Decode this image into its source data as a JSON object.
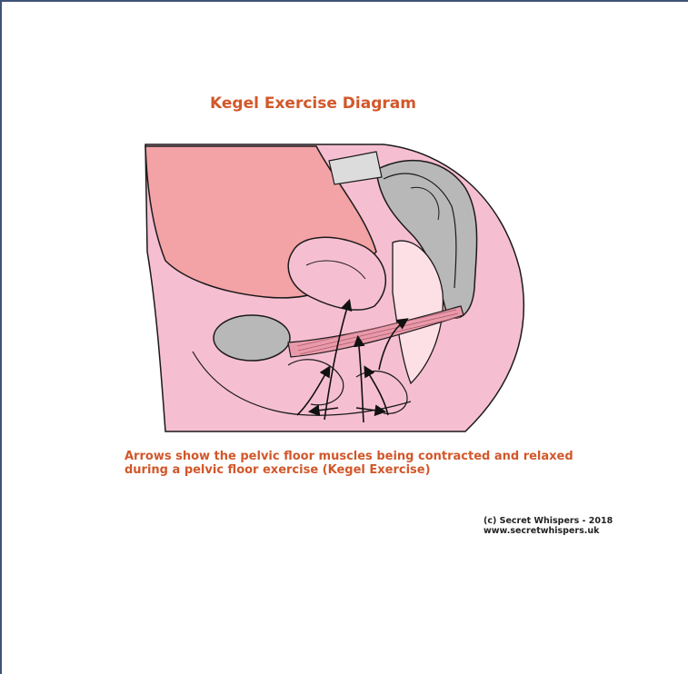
{
  "title": "Kegel Exercise Diagram",
  "caption": {
    "line1": "Arrows show the pelvic floor muscles being contracted and relaxed",
    "line2": "during a pelvic floor exercise (Kegel Exercise)"
  },
  "credit": {
    "line1": "(c) Secret Whispers - 2018",
    "line2": "www.secretwhispers.uk"
  },
  "colors": {
    "title_text": "#d2572a",
    "body_pink": "#f6bfd1",
    "bladder": "#f3a2a6",
    "bone_gray": "#b8b8b8",
    "outline": "#1a1a1a"
  }
}
